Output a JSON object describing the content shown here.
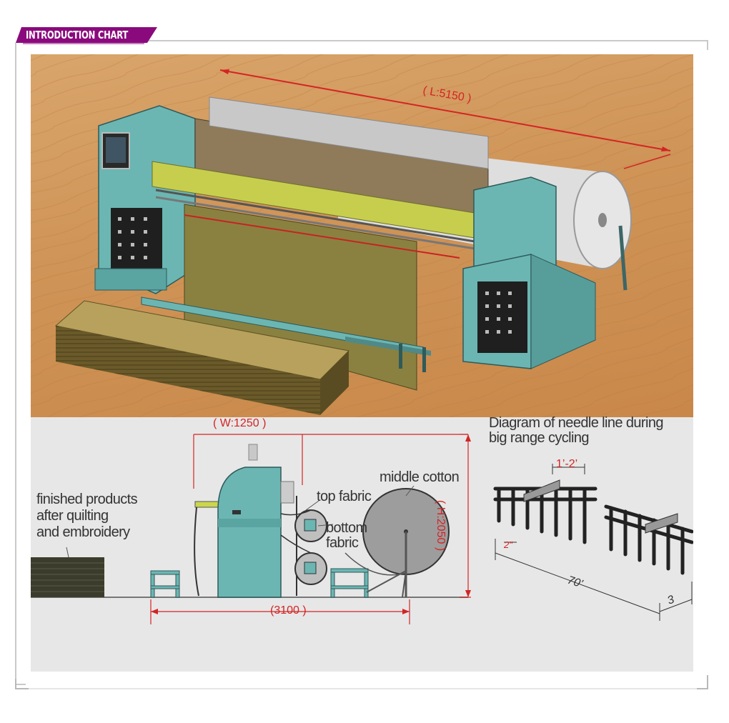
{
  "section_title": "INTRODUCTION CHART",
  "colors": {
    "banner": "#8a0a7d",
    "machine": "#6bb6b3",
    "floor": "#cf9457",
    "dimension_line": "#d42424",
    "panel": "#e7e7e7"
  },
  "photo": {
    "length_label": "( L:5150 )"
  },
  "side_diagram": {
    "width_label": "( W:1250 )",
    "height_label": "( H:2050 )",
    "depth_label": "(3100 )",
    "finished_products_lines": [
      "finished products",
      "after quilting",
      "and embroidery"
    ],
    "top_fabric": "top fabric",
    "bottom_fabric_lines": [
      "bottom",
      "fabric"
    ],
    "middle_cotton": "middle cotton"
  },
  "needle_diagram": {
    "title_lines": [
      "Diagram of needle line during",
      "big range cycling"
    ],
    "spacing_label": "1’-2’",
    "small_label": "2\"",
    "length_label": "70’",
    "depth_label": "3"
  }
}
